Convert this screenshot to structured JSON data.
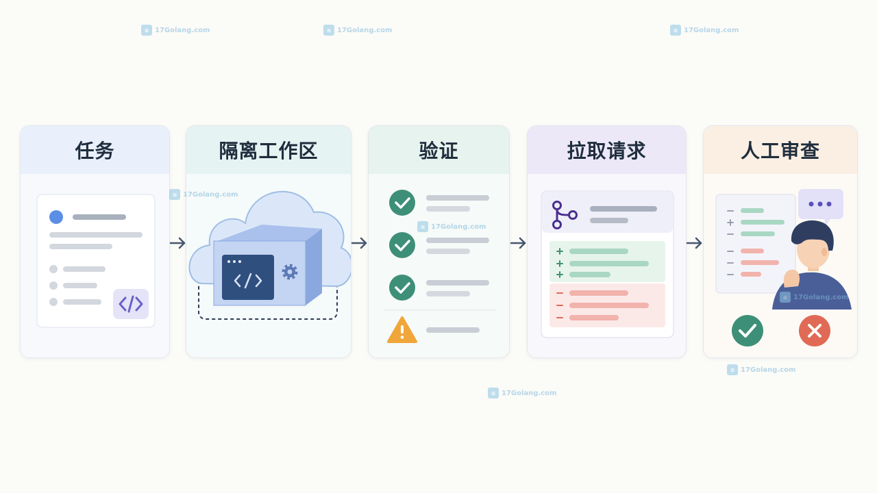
{
  "steps": [
    {
      "title": "任务"
    },
    {
      "title": "隔离工作区"
    },
    {
      "title": "验证"
    },
    {
      "title": "拉取请求"
    },
    {
      "title": "人工审查"
    }
  ],
  "watermark": {
    "text": "17Golang.com"
  },
  "colors": {
    "task_header": "#e9f0fb",
    "workspace_header": "#e6f3f3",
    "verify_header": "#e7f3ee",
    "pr_header": "#ece8f8",
    "review_header": "#fbefe3",
    "success": "#3e8f77",
    "warning": "#f0a63a",
    "error": "#e06a55",
    "arrow": "#46566e"
  }
}
